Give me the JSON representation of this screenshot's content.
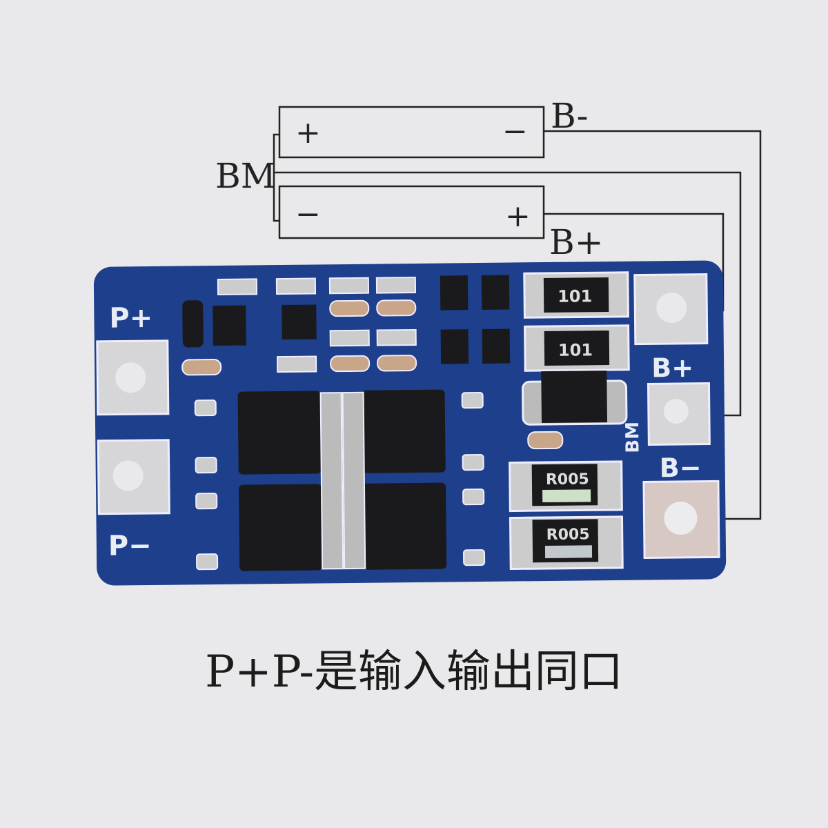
{
  "diagram": {
    "label_b_minus": "B-",
    "label_b_plus": "B+",
    "label_bm": "BM",
    "cell_top": {
      "left_sign": "+",
      "right_sign": "−"
    },
    "cell_bottom": {
      "left_sign": "−",
      "right_sign": "+"
    }
  },
  "pcb": {
    "pad_p_plus": "P+",
    "pad_p_minus": "P−",
    "pad_b_plus": "B+",
    "pad_bm": "BM",
    "pad_b_minus": "B−",
    "resistor_101_a": "101",
    "resistor_101_b": "101",
    "shunt_a": "R005",
    "shunt_b": "R005"
  },
  "caption": "P+P-是输入输出同口",
  "colors": {
    "board": "#1d3f8c",
    "silk": "#e8ecf5",
    "pad": "#d6d6d8",
    "chip": "#1a1a1c",
    "background": "#e9e9eb"
  }
}
